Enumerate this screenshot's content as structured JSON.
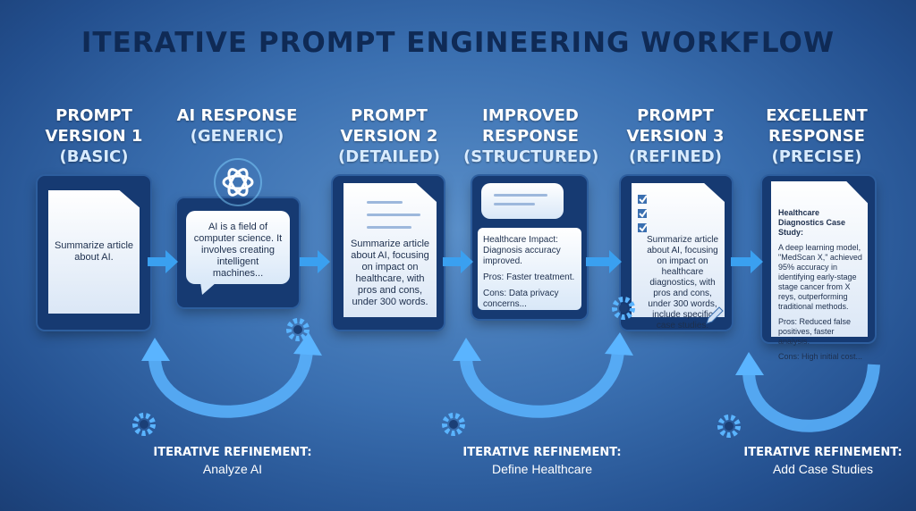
{
  "title": "ITERATIVE PROMPT ENGINEERING WORKFLOW",
  "stages": [
    {
      "line1": "PROMPT",
      "line2": "VERSION 1",
      "line3": "(BASIC)",
      "text": "Summarize article about AI."
    },
    {
      "line1": "AI RESPONSE",
      "line2": "(GENERIC)",
      "text": "AI is a field of computer science. It involves creating intelligent machines..."
    },
    {
      "line1": "PROMPT",
      "line2": "VERSION 2",
      "line3": "(DETAILED)",
      "text": "Summarize article about AI, focusing on impact on healthcare, with pros and cons, under 300 words."
    },
    {
      "line1": "IMPROVED",
      "line2": "RESPONSE",
      "line3": "(STRUCTURED)",
      "b1": "Healthcare Impact: Diagnosis accuracy improved.",
      "b2": "Pros: Faster treatment.",
      "b3": "Cons: Data privacy concerns..."
    },
    {
      "line1": "PROMPT",
      "line2": "VERSION 3",
      "line3": "(REFINED)",
      "text": "Summarize article about AI, focusing on impact on healthcare diagnostics, with pros and cons, under 300 words, include specific case studies."
    },
    {
      "line1": "EXCELLENT",
      "line2": "RESPONSE",
      "line3": "(PRECISE)",
      "heading": "Healthcare Diagnostics Case Study:",
      "b1": "A deep learning model, \"MedScan X,\" achieved 95% accuracy in identifying early-stage stage cancer from X reys, outperforming traditional methods.",
      "b2": "Pros: Reduced false positives, faster analysis.",
      "b3": "Cons: High initial cost..."
    }
  ],
  "refinements": [
    {
      "label": "ITERATIVE REFINEMENT:",
      "detail": "Analyze AI"
    },
    {
      "label": "ITERATIVE REFINEMENT:",
      "detail": "Define Healthcare"
    },
    {
      "label": "ITERATIVE REFINEMENT:",
      "detail": "Add Case Studies"
    }
  ],
  "colors": {
    "arrow": "#3aa0f0",
    "panel": "#163a72",
    "loop": "#5ab4ff",
    "title": "#0f2a55"
  },
  "icons": [
    "document-icon",
    "ai-logo-icon",
    "speech-bubble-icon",
    "gear-icon",
    "checklist-icon",
    "pencil-icon",
    "loop-arrow-icon",
    "right-arrow-icon"
  ]
}
